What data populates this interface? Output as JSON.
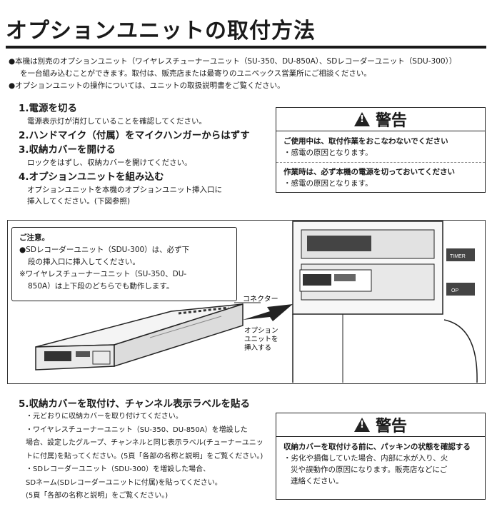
{
  "title": "オプションユニットの取付方法",
  "intro": [
    "●本機は別売のオプションユニット（ワイヤレスチューナーユニット（SU-350、DU-850A）、SDレコーダーユニット（SDU-300））",
    "を一台組み込むことができます。取付は、販売店または最寄りのユニペックス営業所にご相談ください。",
    "●オプションユニットの操作については、ユニットの取扱説明書をご覧ください。"
  ],
  "steps": [
    {
      "head": "1.電源を切る",
      "desc": [
        "電源表示灯が消灯していることを確認してください。"
      ]
    },
    {
      "head": "2.ハンドマイク（付属）をマイクハンガーからはずす",
      "desc": []
    },
    {
      "head": "3.収納カバーを開ける",
      "desc": [
        "ロックをはずし、収納カバーを開けてください。"
      ]
    },
    {
      "head": "4.オプションユニットを組み込む",
      "desc": [
        "オプションユニットを本機のオプションユニット挿入口に",
        "挿入してください。(下図参照)"
      ]
    }
  ],
  "warning1": {
    "head": "警告",
    "lines": [
      {
        "text": "ご使用中は、取付作業をおこなわないでください",
        "bold": true
      },
      {
        "text": "・感電の原因となります。",
        "bold": false
      },
      {
        "text": "作業時は、必ず本機の電源を切っておいてください",
        "bold": true
      },
      {
        "text": "・感電の原因となります。",
        "bold": false
      }
    ]
  },
  "caution": {
    "head": "ご注意。",
    "lines": [
      "●SDレコーダーユニット（SDU-300）は、必ず下",
      "段の挿入口に挿入してください。",
      "※ワイヤレスチューナーユニット（SU-350、DU-",
      "850A）は上下段のどちらでも動作します。"
    ]
  },
  "diagram": {
    "connector_label": "コネクター",
    "insert_label": [
      "オプション",
      "ユニットを",
      "挿入する"
    ],
    "panel_tags": [
      "TIMER",
      "OP"
    ]
  },
  "step5": {
    "head": "5.収納カバーを取付け、チャンネル表示ラベルを貼る",
    "desc": [
      "・元どおりに収納カバーを取り付けてください。",
      "・ワイヤレスチューナーユニット（SU-350、DU-850A）を増設した",
      "場合、設定したグループ、チャンネルと同じ表示ラベル(チューナーユニッ",
      "トに付属)を貼ってください。(5頁「各部の名称と説明」をご覧ください。)",
      "・SDレコーダーユニット（SDU-300）を増設した場合、",
      "SDネーム(SDレコーダーユニットに付属)を貼ってください。",
      "(5頁「各部の名称と説明」をご覧ください。)"
    ]
  },
  "warning2": {
    "head": "警告",
    "lines": [
      {
        "text": "収納カバーを取付ける前に、パッキンの状態を確認する",
        "bold": true
      },
      {
        "text": "・劣化や損傷していた場合、内部に水が入り、火",
        "bold": false
      },
      {
        "text": "災や誤動作の原因になります。販売店などにご",
        "bold": false
      },
      {
        "text": "連絡ください。",
        "bold": false
      }
    ]
  }
}
